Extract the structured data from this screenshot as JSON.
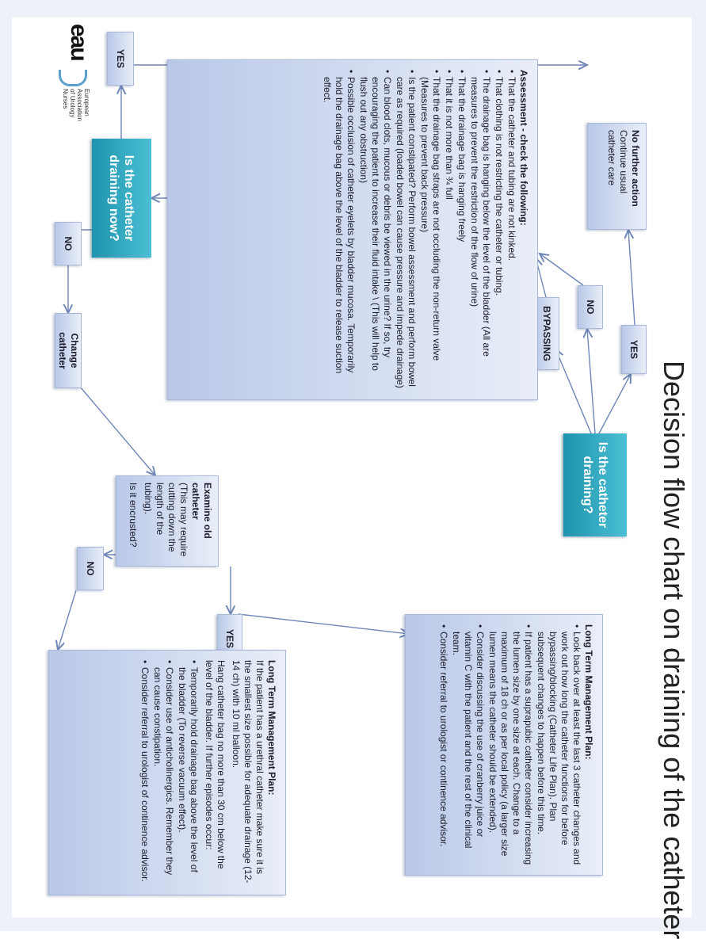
{
  "title": "Decision flow chart on draining of the catheter",
  "logo": {
    "mark": "eau",
    "text_lines": [
      "European",
      "Association",
      "of Urology",
      "Nurses"
    ]
  },
  "nodes": {
    "q_draining": "Is the catheter draining?",
    "yes_top": "YES",
    "no_top": "NO",
    "bypassing": "BYPASSING",
    "no_further": {
      "title": "No further action",
      "line1": "Continue usual",
      "line2": "catheter care"
    },
    "assessment": {
      "title": "Assessment - check the following:",
      "items": [
        "That the catheter and tubing are not kinked.",
        "That clothing is not restricting the catheter or tubing.",
        "The drainage bag is hanging below the level of the bladder (All are measures to prevent the restriction of the flow of urine)",
        "That the drainage bag is hanging freely",
        "That it is not more than ¾ full",
        "That the drainage bag straps are not occluding the non-return valve (Measures to prevent back pressure)",
        "Is the patient constipated? Perform bowel assessment and perform bowel care as required (loaded bowel can cause pressure and impede drainage)",
        "Can blood clots, mucous or debris be viewed in the urine? If so, try encouraging the patient to increase their fluid intake \\ (This will help to flush out any obstruction)",
        "Possible occlusion of catheter eyelets by bladder mucosa. Temporarily hold the drainage bag above the level of the bladder to release suction effect."
      ]
    },
    "q_now": "Is the catheter draining now?",
    "yes_left": "YES",
    "no_left": "NO",
    "change_catheter": "Change catheter",
    "examine": {
      "title": "Examine old catheter",
      "body": "(This may require cutting down the length of the tubing).",
      "question": "Is it encrusted?"
    },
    "yes_enc": "YES",
    "no_enc": "NO",
    "ltm_top": {
      "title": "Long Term Management Plan:",
      "items": [
        "Look back over at least the last 3 catheter changes and work out how long the catheter functions for before bypassing/blocking (Catheter Life Plan). Plan subsequent changes to happen before this time.",
        "If patient has a suprapubic catheter consider increasing the lumen size by one size at each. Change to a maximum of 18 ch or as per local policy (a larger size lumen means the catheter should be extended).",
        "Consider discussing the use of cranberry juice or vitamin C with the patient and the rest of the clinical team.",
        "Consider referral to urologist or continence advisor."
      ]
    },
    "ltm_bottom": {
      "title": "Long Term Management Plan:",
      "para1": "If the patient has a urethral catheter make sure it is the smallest size possible for adequate drainage (12-14 ch) with 10 ml balloon.",
      "para2": "Hang catheter bag no more than 30 cm below the level of the bladder. If further episodes occur:",
      "items": [
        "Temporarily hold drainage bag above the level of the bladder (To reverse vacuum effect).",
        "Consider use of anticholinergics. Remember they can cause constipation.",
        "Consider referral to urologist of continence advisor."
      ]
    }
  },
  "colors": {
    "teal": "#1d93ad",
    "box_light": "#e9eef8",
    "box_dark": "#b9c8e8",
    "arrow": "#6f86b8"
  }
}
